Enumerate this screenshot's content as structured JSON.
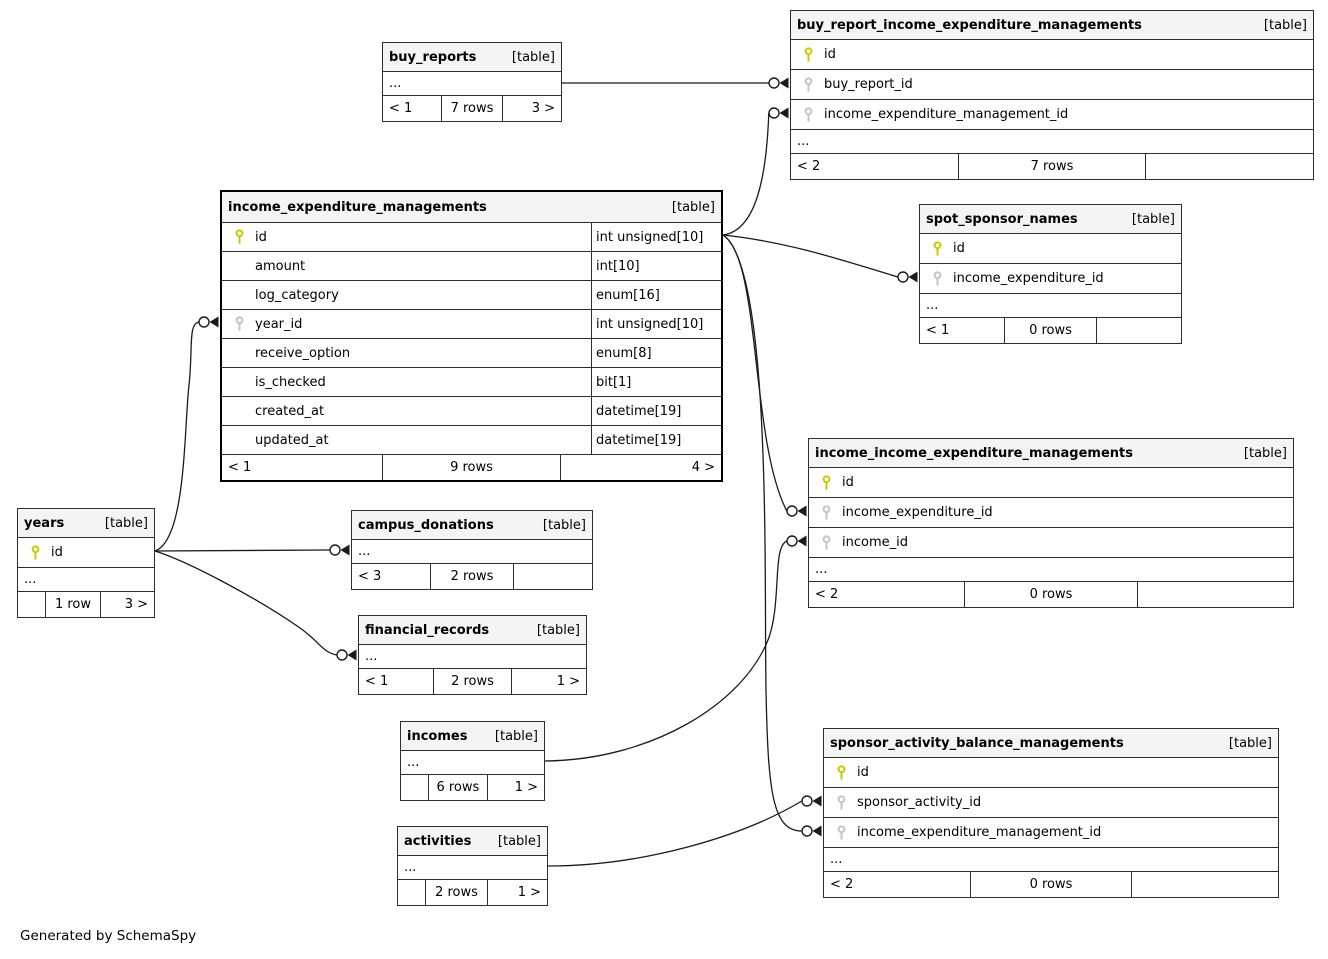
{
  "page": {
    "generated_note": "Generated by SchemaSpy"
  },
  "ui": {
    "ellipsis": "...",
    "table_tag": "[table]"
  },
  "colors": {
    "pk_key": "#c9c900",
    "fk_key": "#c4c4c4",
    "header_bg": "#f4f4f4",
    "table_border": "#2e2e2e",
    "focus_table_border": "#000000",
    "wire": "#1b1b1b"
  },
  "tables": [
    {
      "id": "buy_reports",
      "title": "buy_reports",
      "dots": true,
      "columns": [],
      "footer": {
        "left": "< 1",
        "center": "7 rows",
        "right": "3 >"
      }
    },
    {
      "id": "buy_report_income_expenditure_managements",
      "title": "buy_report_income_expenditure_managements",
      "dots": true,
      "columns": [
        {
          "name": "id",
          "key": "pk"
        },
        {
          "name": "buy_report_id",
          "key": "fk"
        },
        {
          "name": "income_expenditure_management_id",
          "key": "fk"
        }
      ],
      "footer": {
        "left": "< 2",
        "center": "7 rows",
        "right": ""
      }
    },
    {
      "id": "income_expenditure_managements",
      "title": "income_expenditure_managements",
      "dots": false,
      "focus": true,
      "columns": [
        {
          "name": "id",
          "key": "pk",
          "type": "int unsigned[10]"
        },
        {
          "name": "amount",
          "key": "",
          "type": "int[10]"
        },
        {
          "name": "log_category",
          "key": "",
          "type": "enum[16]"
        },
        {
          "name": "year_id",
          "key": "fk",
          "type": "int unsigned[10]"
        },
        {
          "name": "receive_option",
          "key": "",
          "type": "enum[8]"
        },
        {
          "name": "is_checked",
          "key": "",
          "type": "bit[1]"
        },
        {
          "name": "created_at",
          "key": "",
          "type": "datetime[19]"
        },
        {
          "name": "updated_at",
          "key": "",
          "type": "datetime[19]"
        }
      ],
      "footer": {
        "left": "< 1",
        "center": "9 rows",
        "right": "4 >"
      }
    },
    {
      "id": "spot_sponsor_names",
      "title": "spot_sponsor_names",
      "dots": true,
      "columns": [
        {
          "name": "id",
          "key": "pk"
        },
        {
          "name": "income_expenditure_id",
          "key": "fk"
        }
      ],
      "footer": {
        "left": "< 1",
        "center": "0 rows",
        "right": ""
      }
    },
    {
      "id": "income_income_expenditure_managements",
      "title": "income_income_expenditure_managements",
      "dots": true,
      "columns": [
        {
          "name": "id",
          "key": "pk"
        },
        {
          "name": "income_expenditure_id",
          "key": "fk"
        },
        {
          "name": "income_id",
          "key": "fk"
        }
      ],
      "footer": {
        "left": "< 2",
        "center": "0 rows",
        "right": ""
      }
    },
    {
      "id": "years",
      "title": "years",
      "dots": true,
      "columns": [
        {
          "name": "id",
          "key": "pk"
        }
      ],
      "footer": {
        "left": "",
        "center": "1 row",
        "right": "3 >"
      }
    },
    {
      "id": "campus_donations",
      "title": "campus_donations",
      "dots": true,
      "columns": [],
      "footer": {
        "left": "< 3",
        "center": "2 rows",
        "right": ""
      }
    },
    {
      "id": "financial_records",
      "title": "financial_records",
      "dots": true,
      "columns": [],
      "footer": {
        "left": "< 1",
        "center": "2 rows",
        "right": "1 >"
      }
    },
    {
      "id": "incomes",
      "title": "incomes",
      "dots": true,
      "columns": [],
      "footer": {
        "left": "",
        "center": "6 rows",
        "right": "1 >"
      }
    },
    {
      "id": "activities",
      "title": "activities",
      "dots": true,
      "columns": [],
      "footer": {
        "left": "",
        "center": "2 rows",
        "right": "1 >"
      }
    },
    {
      "id": "sponsor_activity_balance_managements",
      "title": "sponsor_activity_balance_managements",
      "dots": true,
      "columns": [
        {
          "name": "id",
          "key": "pk"
        },
        {
          "name": "sponsor_activity_id",
          "key": "fk"
        },
        {
          "name": "income_expenditure_management_id",
          "key": "fk"
        }
      ],
      "footer": {
        "left": "< 2",
        "center": "0 rows",
        "right": ""
      }
    }
  ],
  "relationships": [
    {
      "from": "buy_reports",
      "to": "buy_report_income_expenditure_managements.buy_report_id"
    },
    {
      "from": "income_expenditure_managements.id",
      "to": "buy_report_income_expenditure_managements.income_expenditure_management_id"
    },
    {
      "from": "income_expenditure_managements.id",
      "to": "spot_sponsor_names.income_expenditure_id"
    },
    {
      "from": "income_expenditure_managements.id",
      "to": "income_income_expenditure_managements.income_expenditure_id"
    },
    {
      "from": "income_expenditure_managements.id",
      "to": "sponsor_activity_balance_managements.income_expenditure_management_id"
    },
    {
      "from": "years.id",
      "to": "income_expenditure_managements.year_id"
    },
    {
      "from": "years.id",
      "to": "campus_donations"
    },
    {
      "from": "years.id",
      "to": "financial_records"
    },
    {
      "from": "incomes",
      "to": "income_income_expenditure_managements.income_id"
    },
    {
      "from": "activities",
      "to": "sponsor_activity_balance_managements.sponsor_activity_id"
    }
  ]
}
